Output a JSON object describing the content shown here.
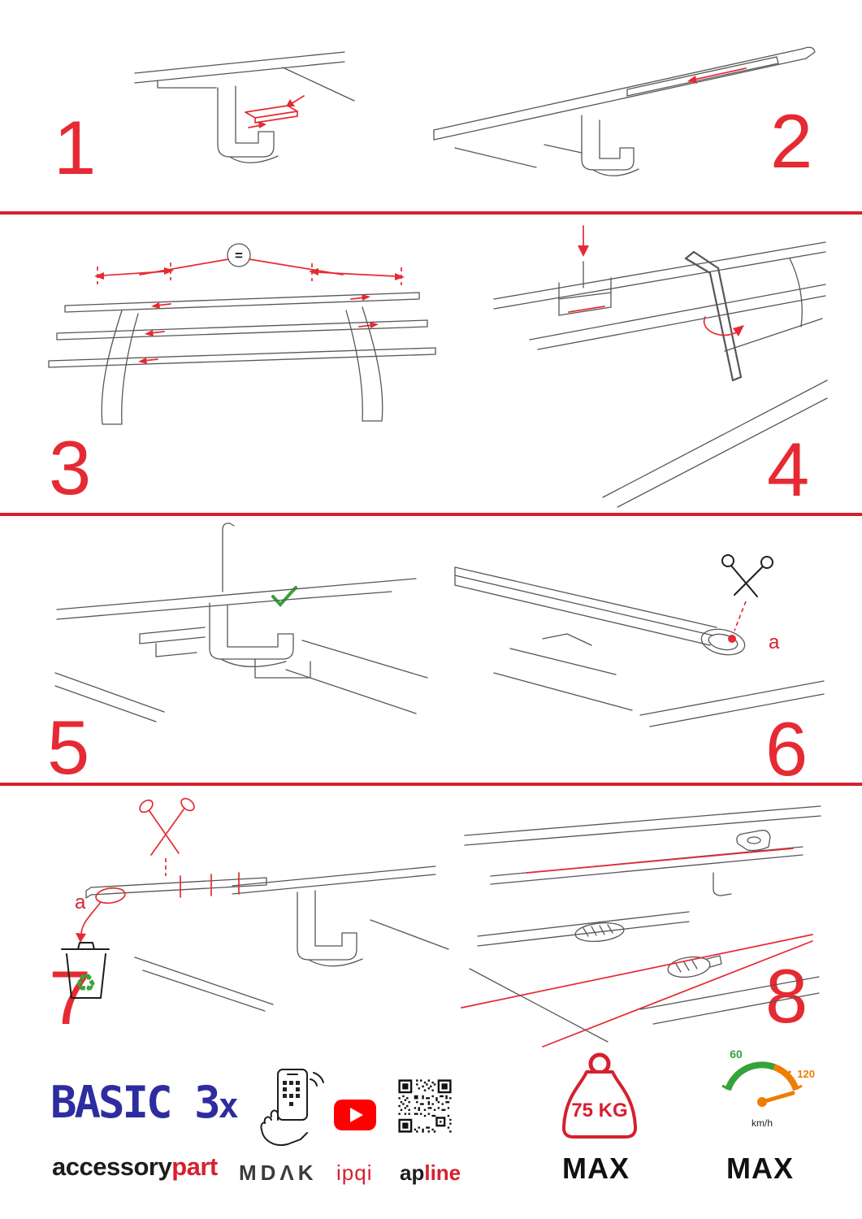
{
  "steps": [
    {
      "number": "1"
    },
    {
      "number": "2"
    },
    {
      "number": "3"
    },
    {
      "number": "4"
    },
    {
      "number": "5"
    },
    {
      "number": "6"
    },
    {
      "number": "7"
    },
    {
      "number": "8"
    }
  ],
  "labels": {
    "equals": "=",
    "cut_label_step6": "a",
    "cut_label_step7": "a"
  },
  "icons": {
    "recycle": "♻"
  },
  "footer": {
    "product_name": "BASIC 3",
    "product_qty": "x",
    "brand_black": "accessory",
    "brand_red": "part",
    "mdak": "MDΛK",
    "ipqi": "ipqi",
    "apline_black": "ap",
    "apline_red": "line",
    "weight_value": "75 KG",
    "weight_max": "MAX",
    "speed_low": "60",
    "speed_high": "120",
    "speed_unit": "km/h",
    "speed_max": "MAX"
  },
  "colors": {
    "accent_red": "#d6202f",
    "number_red": "#e62a33",
    "brand_blue": "#2d2da0",
    "green": "#35a33a",
    "orange": "#ef7d00"
  }
}
